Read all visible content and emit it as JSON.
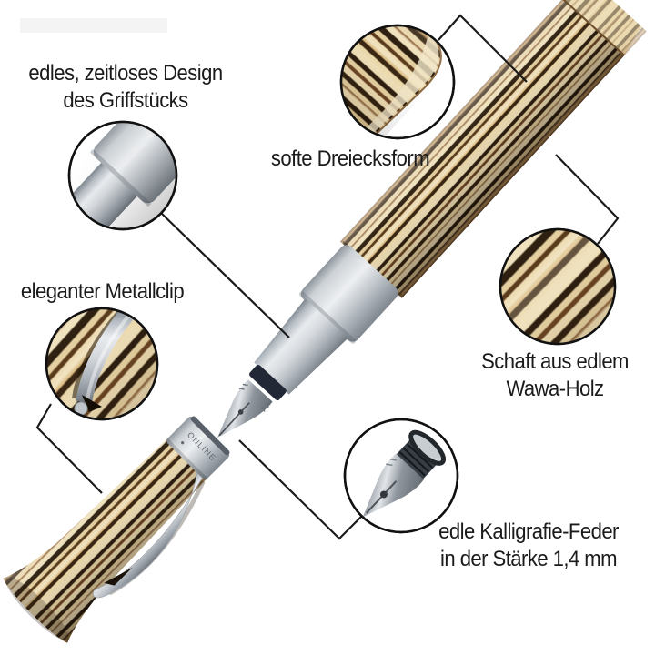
{
  "annotations": {
    "grip_design": {
      "line1": "edles, zeitloses Design",
      "line2": "des Griffstücks"
    },
    "triangle_form": {
      "line1": "softe Dreiecksform"
    },
    "metal_clip": {
      "line1": "eleganter Metallclip"
    },
    "wood_shaft": {
      "line1": "Schaft aus edlem",
      "line2": "Wawa-Holz"
    },
    "calligraphy_nib": {
      "line1": "edle Kalligrafie-Feder",
      "line2": "in der Stärke 1,4 mm"
    }
  },
  "cap": {
    "brand_text": "ONLINE"
  },
  "colors": {
    "background": "#ffffff",
    "annotation_text": "#1b1b1b",
    "callout_line": "#1a1a1a",
    "wood_light": "#ecd9ae",
    "wood_dark": "#2e1f10",
    "metal_silver": "#c9ced4"
  }
}
